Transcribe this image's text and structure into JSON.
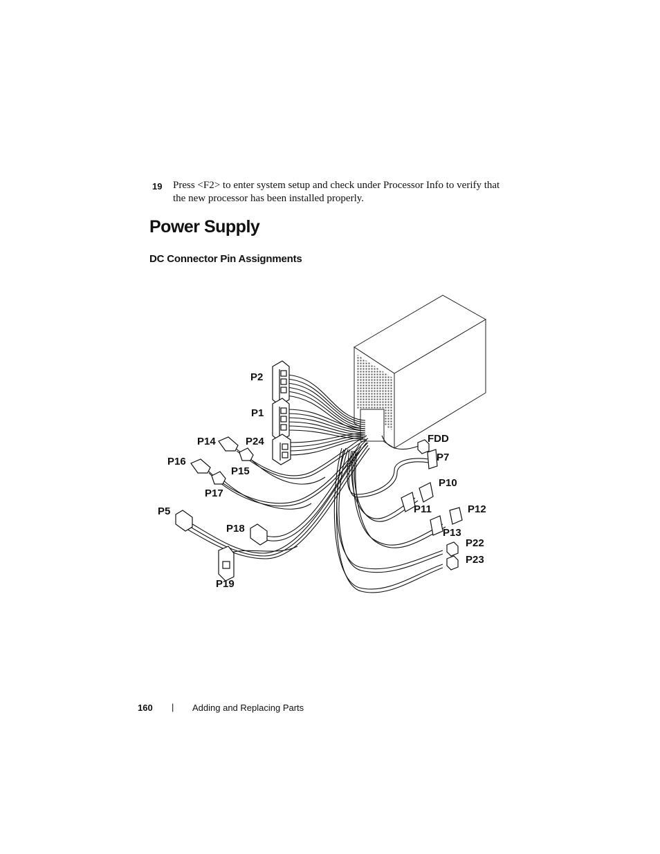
{
  "step": {
    "number": "19",
    "text": "Press <F2> to enter system setup and check under Processor Info to verify that the new processor has been installed properly."
  },
  "section_title": "Power Supply",
  "subsection_title": "DC Connector Pin Assignments",
  "diagram": {
    "labels": {
      "p2": "P2",
      "p1": "P1",
      "p14": "P14",
      "p24": "P24",
      "p16": "P16",
      "p15": "P15",
      "p17": "P17",
      "p5": "P5",
      "p18": "P18",
      "p19": "P19",
      "fdd": "FDD",
      "p7": "P7",
      "p10": "P10",
      "p11": "P11",
      "p12": "P12",
      "p13": "P13",
      "p22": "P22",
      "p23": "P23"
    }
  },
  "footer": {
    "page_number": "160",
    "separator": "|",
    "chapter": "Adding and Replacing Parts"
  }
}
